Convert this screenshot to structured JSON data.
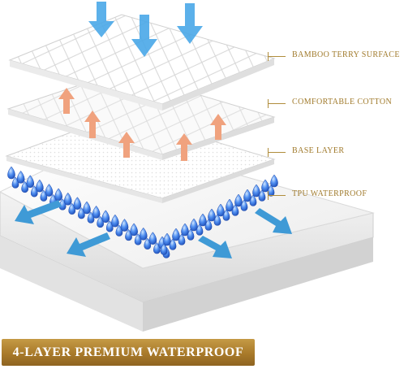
{
  "layers": [
    {
      "label": "BAMBOO TERRY SURFACE"
    },
    {
      "label": "COMFORTABLE COTTON"
    },
    {
      "label": "BASE LAYER"
    },
    {
      "label": "TPU WATERPROOF"
    }
  ],
  "banner": {
    "text": "4-LAYER PREMIUM WATERPROOF"
  },
  "colors": {
    "gold": "#a07a2b",
    "blue_arrow": "#4aa8e8",
    "orange_arrow": "#f0a27e",
    "droplets": "#2f6fe0"
  }
}
